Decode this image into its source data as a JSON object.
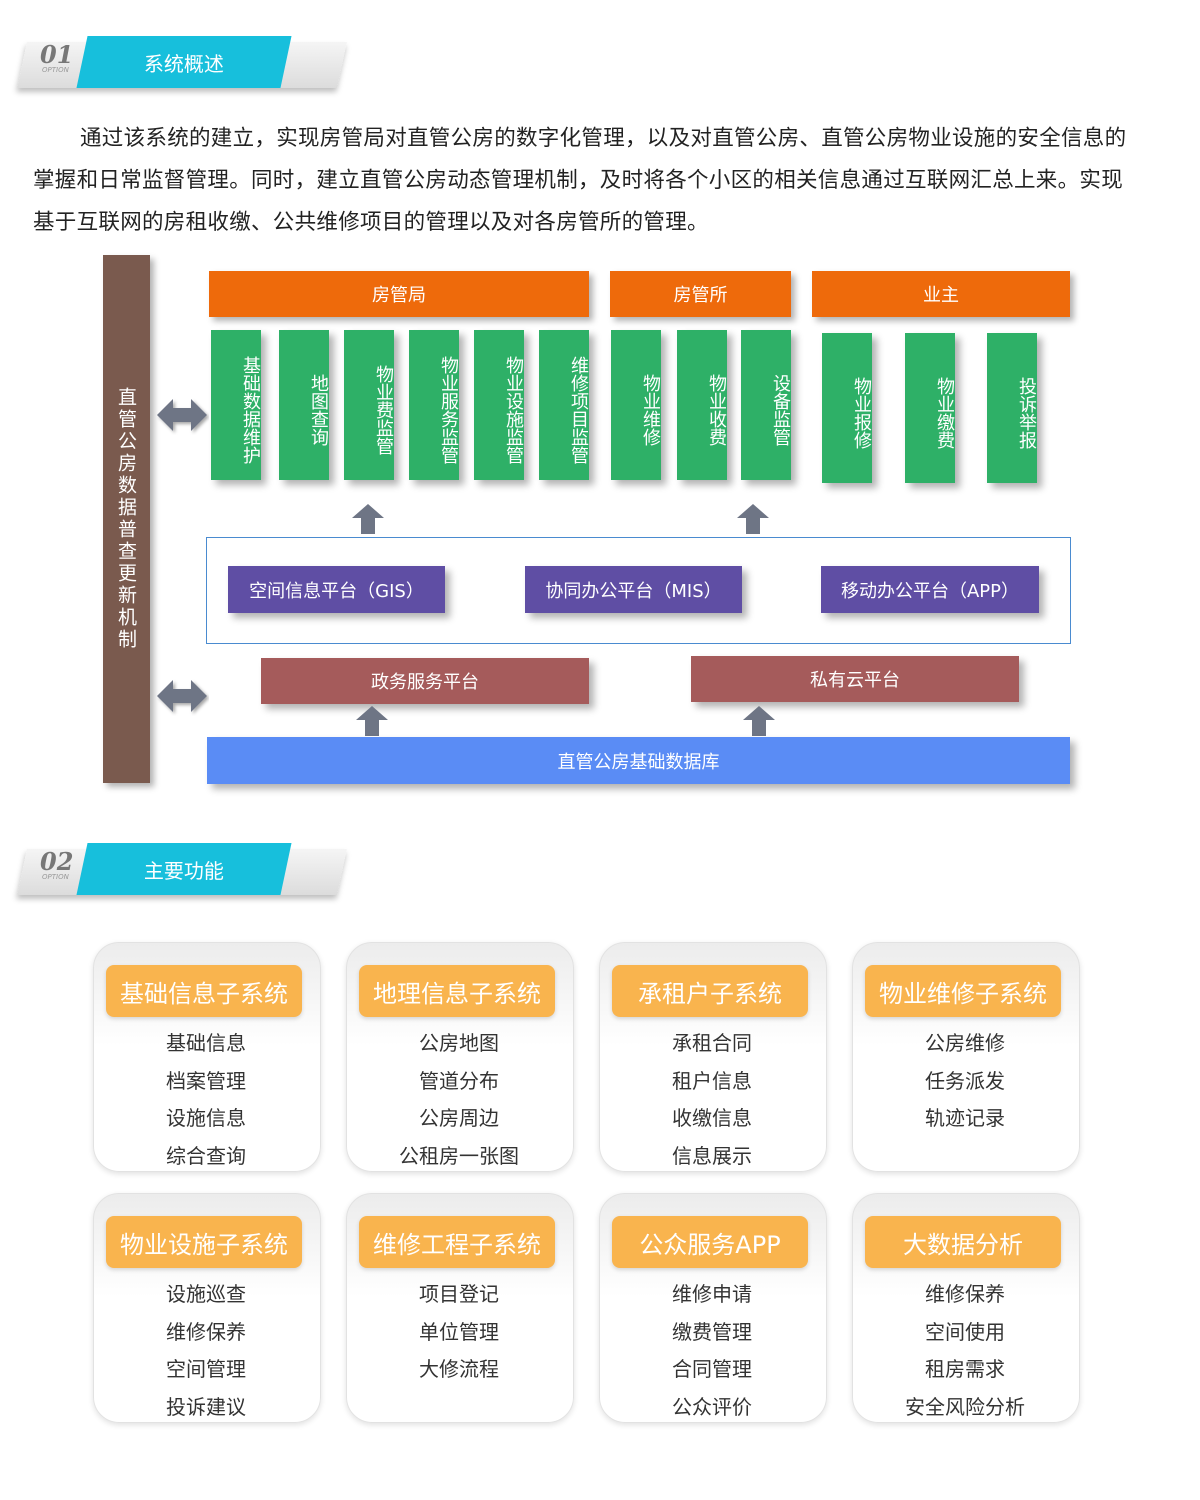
{
  "section1": {
    "number": "01",
    "option": "OPTION",
    "title": "系统概述"
  },
  "intro": "通过该系统的建立，实现房管局对直管公房的数字化管理，以及对直管公房、直管公房物业设施的安全信息的掌握和日常监督管理。同时，建立直管公房动态管理机制，及时将各个小区的相关信息通过互联网汇总上来。实现基于互联网的房租收缴、公共维修项目的管理以及对各房管所的管理。",
  "diagram": {
    "side": "直管公房数据普查更新机制",
    "groups": [
      {
        "label": "房管局",
        "items": [
          "基础数据维护",
          "地图查询",
          "物业费监管",
          "物业服务监管",
          "物业设施监管",
          "维修项目监管"
        ]
      },
      {
        "label": "房管所",
        "items": [
          "物业维修",
          "物业收费",
          "设备监管"
        ]
      },
      {
        "label": "业主",
        "items": [
          "物业报修",
          "物业缴费",
          "投诉举报"
        ]
      }
    ],
    "platforms": [
      "空间信息平台（GIS）",
      "协同办公平台（MIS）",
      "移动办公平台（APP）"
    ],
    "services": [
      "政务服务平台",
      "私有云平台"
    ],
    "database": "直管公房基础数据库"
  },
  "section2": {
    "number": "02",
    "option": "OPTION",
    "title": "主要功能"
  },
  "cards": [
    {
      "title": "基础信息子系统",
      "items": [
        "基础信息",
        "档案管理",
        "设施信息",
        "综合查询"
      ]
    },
    {
      "title": "地理信息子系统",
      "items": [
        "公房地图",
        "管道分布",
        "公房周边",
        "公租房一张图"
      ]
    },
    {
      "title": "承租户子系统",
      "items": [
        "承租合同",
        "租户信息",
        "收缴信息",
        "信息展示"
      ]
    },
    {
      "title": "物业维修子系统",
      "items": [
        "公房维修",
        "任务派发",
        "轨迹记录"
      ]
    },
    {
      "title": "物业设施子系统",
      "items": [
        "设施巡查",
        "维修保养",
        "空间管理",
        "投诉建议"
      ]
    },
    {
      "title": "维修工程子系统",
      "items": [
        "项目登记",
        "单位管理",
        "大修流程"
      ]
    },
    {
      "title": "公众服务APP",
      "items": [
        "维修申请",
        "缴费管理",
        "合同管理",
        "公众评价"
      ]
    },
    {
      "title": "大数据分析",
      "items": [
        "维修保养",
        "空间使用",
        "租房需求",
        "安全风险分析"
      ]
    }
  ]
}
